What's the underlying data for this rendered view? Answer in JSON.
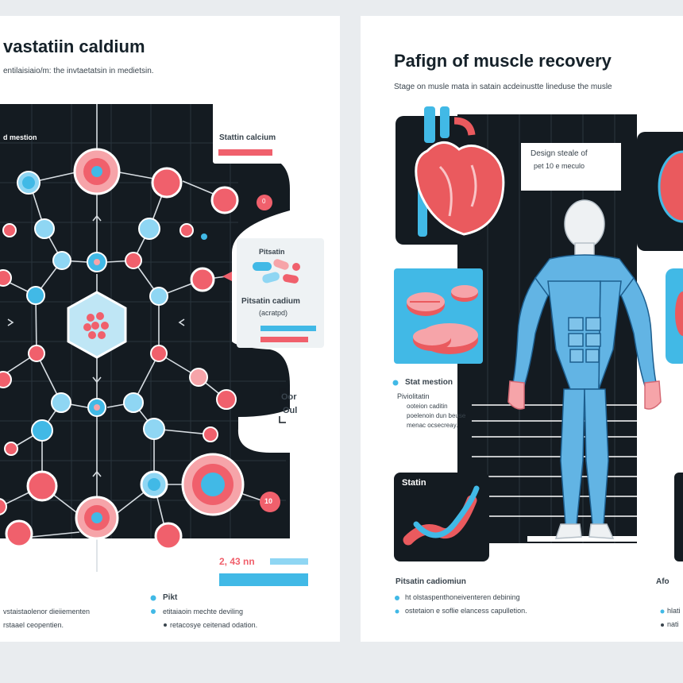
{
  "left": {
    "title": "vastatiin caldium",
    "subtitle": "entilaisiaio/m: the invtaetatsin in medietsin.",
    "diagram_label": "d mestion",
    "card1_title": "Stattin calcium",
    "card2_title": "Pitsatin",
    "card2_name": "Pitsatin cadium",
    "card2_note": "(acratpd)",
    "side_label_top": "Oor",
    "side_label_bottom": "Oul",
    "value_label": "2, 43 nn",
    "node_label_right": "0",
    "node_label_bottom": "10",
    "bullet1_title": "Pikt",
    "footer_left_line1": "vstaistaolenor dieiiementen",
    "footer_left_line2": "rstaael ceopentien.",
    "footer_mid_line1": "etitaiaoin mechte deviling",
    "footer_mid_line2": "retacosye ceitenad odation."
  },
  "right": {
    "title": "Pafign of muscle recovery",
    "subtitle": "Stage on musle mata in satain acdeinustte lineduse the musle",
    "heading_box": "Design steale of",
    "heading_box_2": "pet 10 e meculo",
    "stat_title": "Stat mestion",
    "stat_desc_1": "Piviolitatin",
    "stat_desc_2": "ooteion caditin",
    "stat_desc_3": "poelenoin dun beuse",
    "stat_desc_4": "menac ocsecreay.",
    "statin_label": "Statin",
    "footer_title": "Pitsatin cadiomiun",
    "footer_line1": "ht olstaspenthoneiventeren debining",
    "footer_line2": "ostetaion e soflie elancess capulletion.",
    "far_right_title": "Afo",
    "far_right_line1": "hlati",
    "far_right_line2": "nati"
  },
  "colors": {
    "dark": "#141b21",
    "coral": "#f0606c",
    "coral_light": "#f6a4a9",
    "blue": "#41b9e6",
    "blue_light": "#8fd6f3",
    "muscle": "#62b4e4",
    "muscle_dark": "#2f83bd",
    "heart_red": "#ea5a5e"
  }
}
